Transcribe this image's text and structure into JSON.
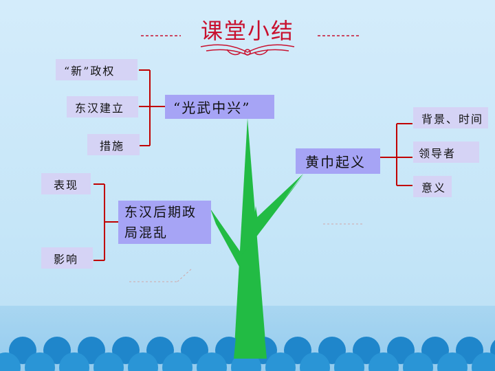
{
  "title": "课堂小结",
  "colors": {
    "title": "#c8102e",
    "bracket": "#c00000",
    "stem": "#22bb44",
    "hub_box": "#a6a4f5",
    "leaf_box": "#d5d3f5"
  },
  "groups": [
    {
      "hub": "“光武中兴”",
      "leaves": [
        "“新”政权",
        "东汉建立",
        "措施"
      ]
    },
    {
      "hub": "黄巾起义",
      "leaves": [
        "背景、时间",
        "领导者",
        "意义"
      ]
    },
    {
      "hub": "东汉后期政局混乱",
      "leaves": [
        "表现",
        "影响"
      ]
    }
  ]
}
